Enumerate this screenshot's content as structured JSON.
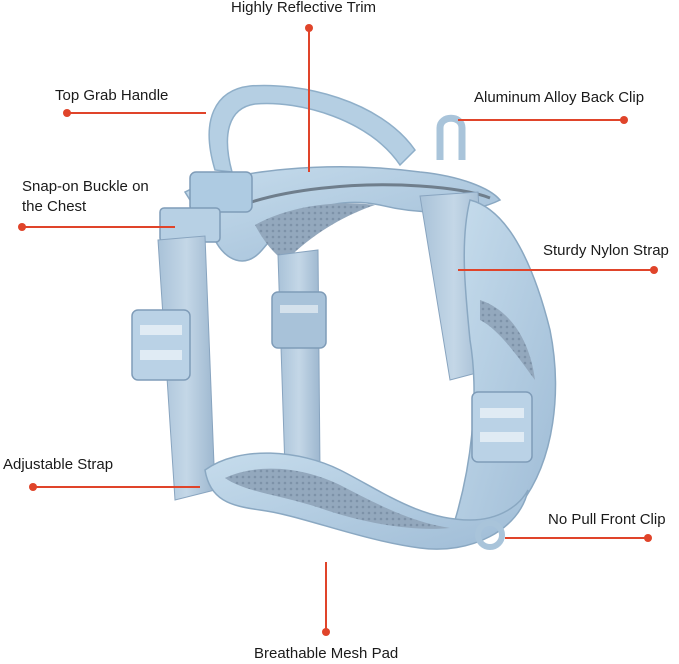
{
  "labels": {
    "reflective_trim": "Highly Reflective Trim",
    "grab_handle": "Top Grab Handle",
    "back_clip": "Aluminum Alloy Back Clip",
    "chest_buckle": "Snap-on Buckle on the Chest",
    "nylon_strap": "Sturdy Nylon Strap",
    "adjustable_strap": "Adjustable Strap",
    "front_clip": "No Pull Front Clip",
    "mesh_pad": "Breathable Mesh Pad"
  },
  "colors": {
    "accent_line": "#e0442a",
    "harness_light": "#b9d3e6",
    "harness_mid": "#9fbcd6",
    "harness_dark": "#7f9cb8",
    "mesh": "#8ea2b8",
    "trim": "#6f7e8c"
  }
}
